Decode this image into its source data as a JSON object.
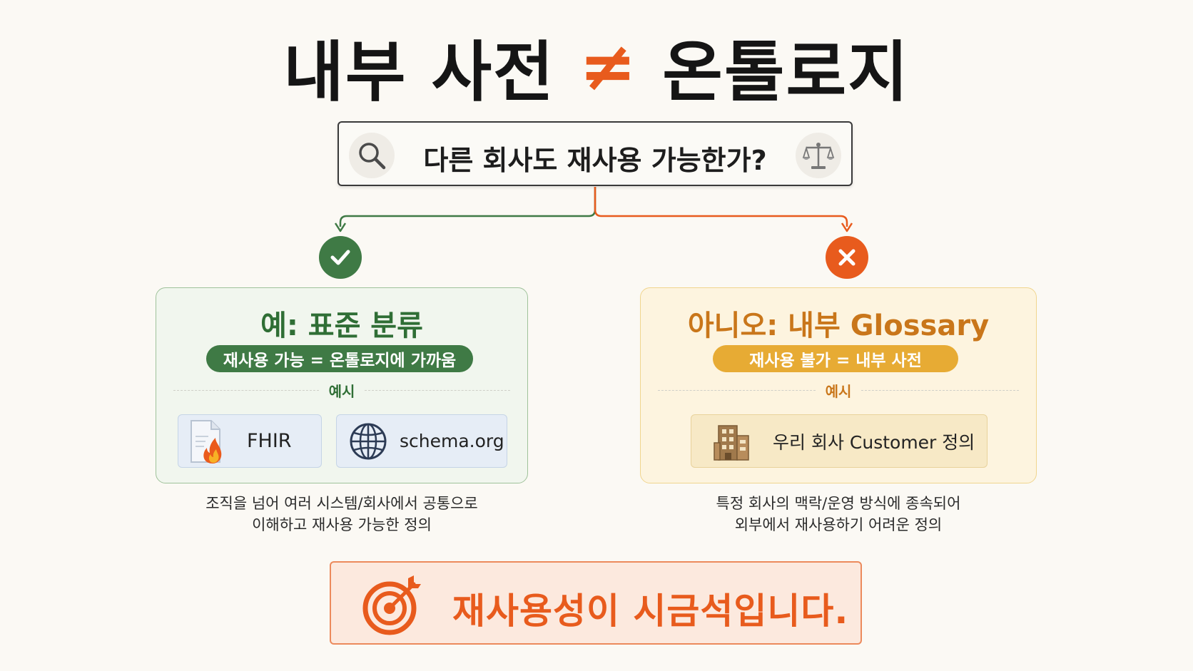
{
  "title": {
    "left": "내부 사전",
    "symbol": "≠",
    "right": "온톨로지"
  },
  "question": {
    "text": "다른 회사도 재사용 가능한가?",
    "left_icon": "search-icon",
    "right_icon": "scales-icon"
  },
  "branches": {
    "yes": {
      "status_icon": "check-icon",
      "title": "예: 표준 분류",
      "pill": "재사용 가능 = 온톨로지에 가까움",
      "examples_label": "예시",
      "examples": [
        {
          "label": "FHIR",
          "icon": "document-fire-icon"
        },
        {
          "label": "schema.org",
          "icon": "globe-icon"
        }
      ],
      "description": [
        "조직을 넘어 여러 시스템/회사에서 공통으로",
        "이해하고 재사용 가능한 정의"
      ]
    },
    "no": {
      "status_icon": "x-icon",
      "title": "아니오: 내부 Glossary",
      "pill": "재사용 불가 = 내부 사전",
      "examples_label": "예시",
      "examples": [
        {
          "label": "우리 회사 Customer 정의",
          "icon": "building-icon"
        }
      ],
      "description": [
        "특정 회사의 맥락/운영 방식에 종속되어",
        "외부에서 재사용하기 어려운 정의"
      ]
    }
  },
  "conclusion": {
    "text": "재사용성이 시금석입니다.",
    "icon": "target-icon"
  },
  "colors": {
    "accent_orange": "#e85b1d",
    "yes_green": "#3f7a45",
    "no_amber": "#e7ab34",
    "background": "#fbf9f4"
  }
}
